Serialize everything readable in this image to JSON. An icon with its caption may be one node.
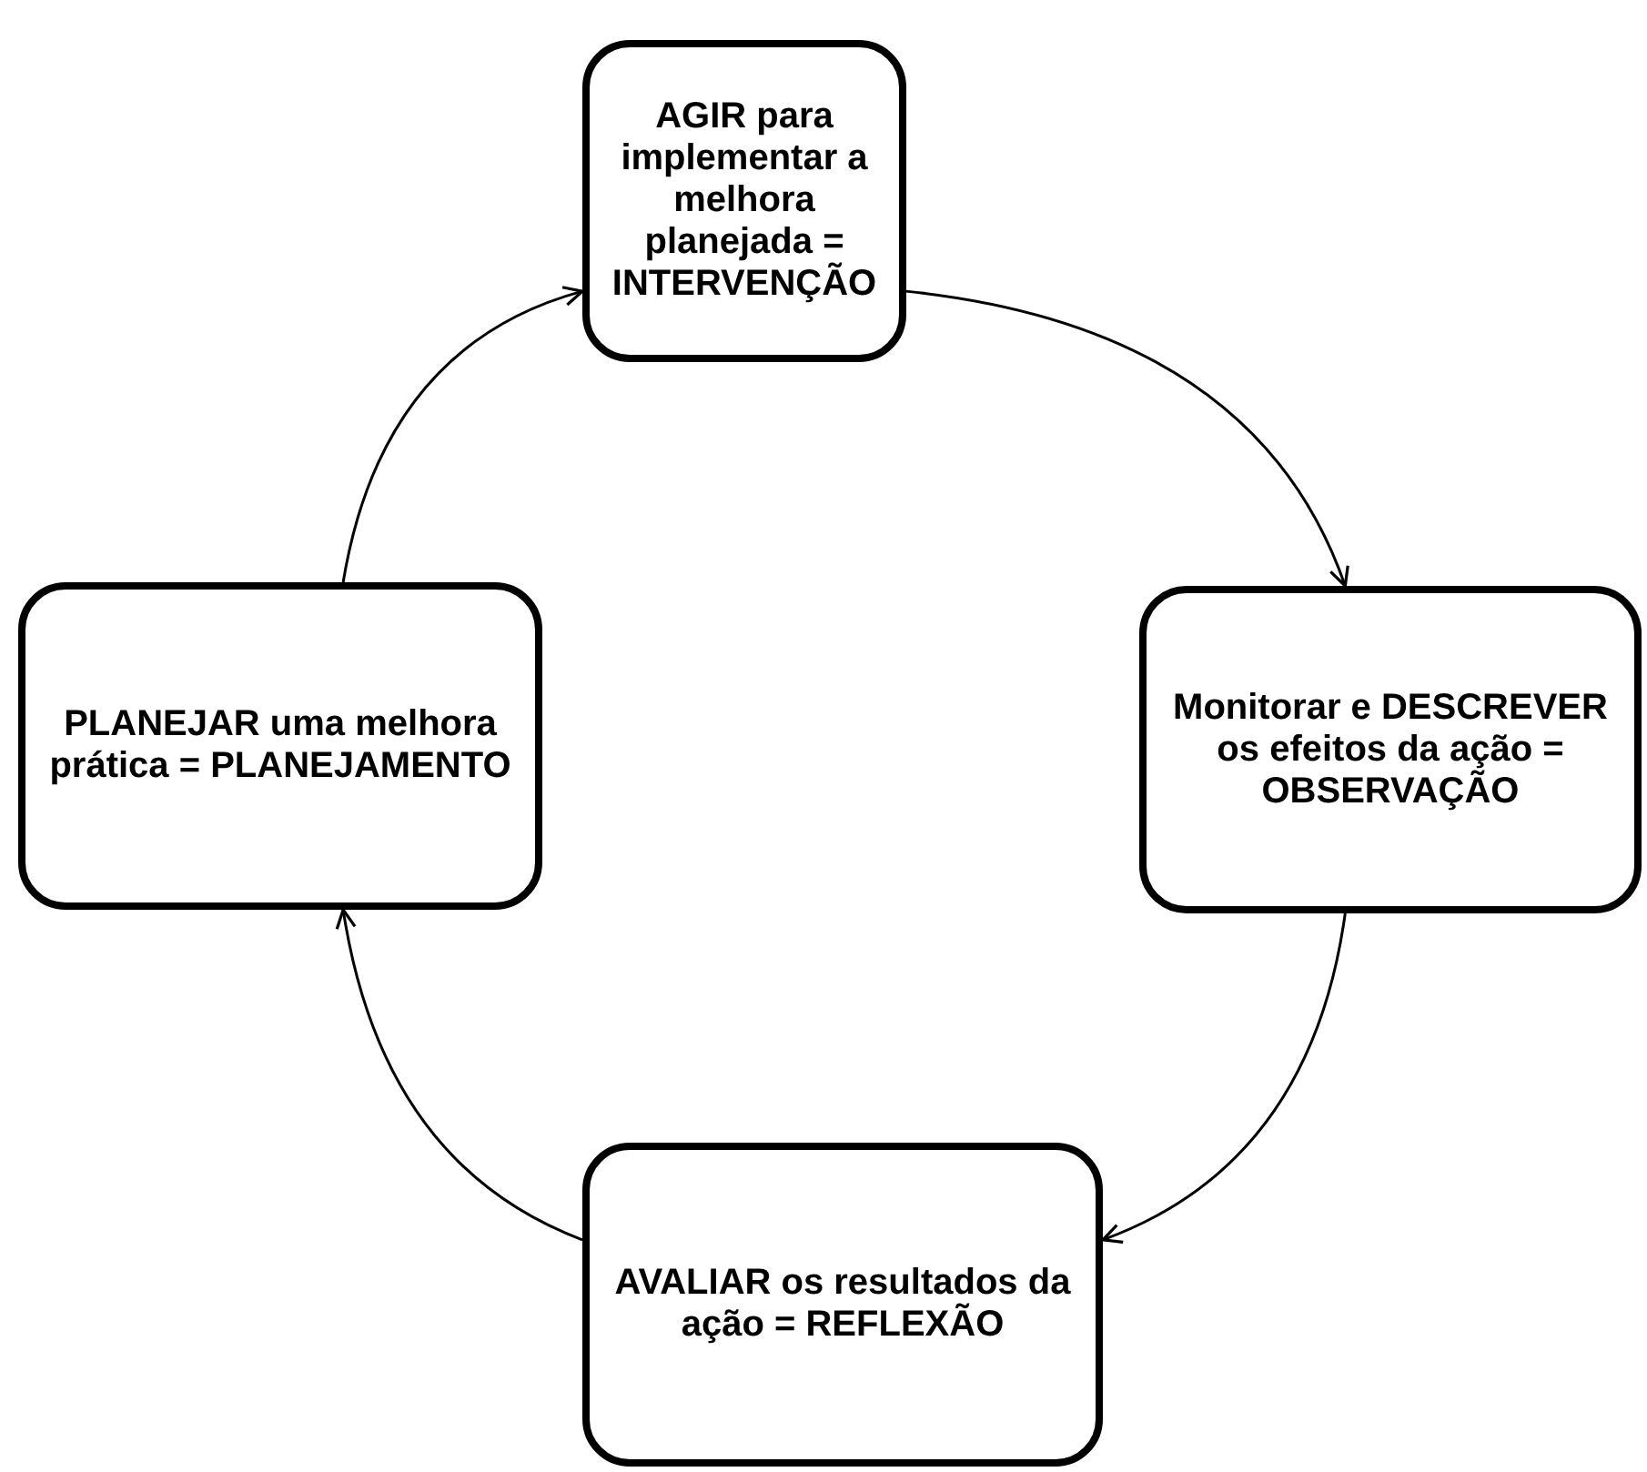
{
  "diagram": {
    "nodes": [
      {
        "text": [
          "AGIR para implementar a melhora planejada = INTERVENÇÃO"
        ]
      },
      {
        "text": [
          "Monitorar e DESCREVER os efeitos da ação = OBSERVAÇÃO"
        ]
      },
      {
        "text": [
          "AVALIAR os resultados da ação = REFLEXÃO"
        ]
      },
      {
        "text": [
          "PLANEJAR uma melhora prática = PLANEJAMENTO"
        ]
      }
    ],
    "edges": [
      {
        "from": 0,
        "to": 1,
        "arrow": "to"
      },
      {
        "from": 1,
        "to": 2,
        "arrow": "to"
      },
      {
        "from": 2,
        "to": 3,
        "arrow": "to"
      },
      {
        "from": 3,
        "to": 0,
        "arrow": "to"
      }
    ]
  }
}
